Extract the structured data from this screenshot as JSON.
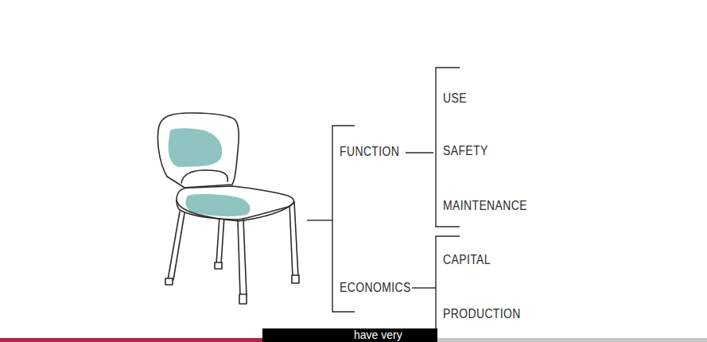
{
  "diagram": {
    "labels": [
      "FUNCTION",
      "USE",
      "SAFETY",
      "MAINTENANCE",
      "ECONOMICS",
      "CAPITAL",
      "PRODUCTION",
      "have very"
    ]
  }
}
